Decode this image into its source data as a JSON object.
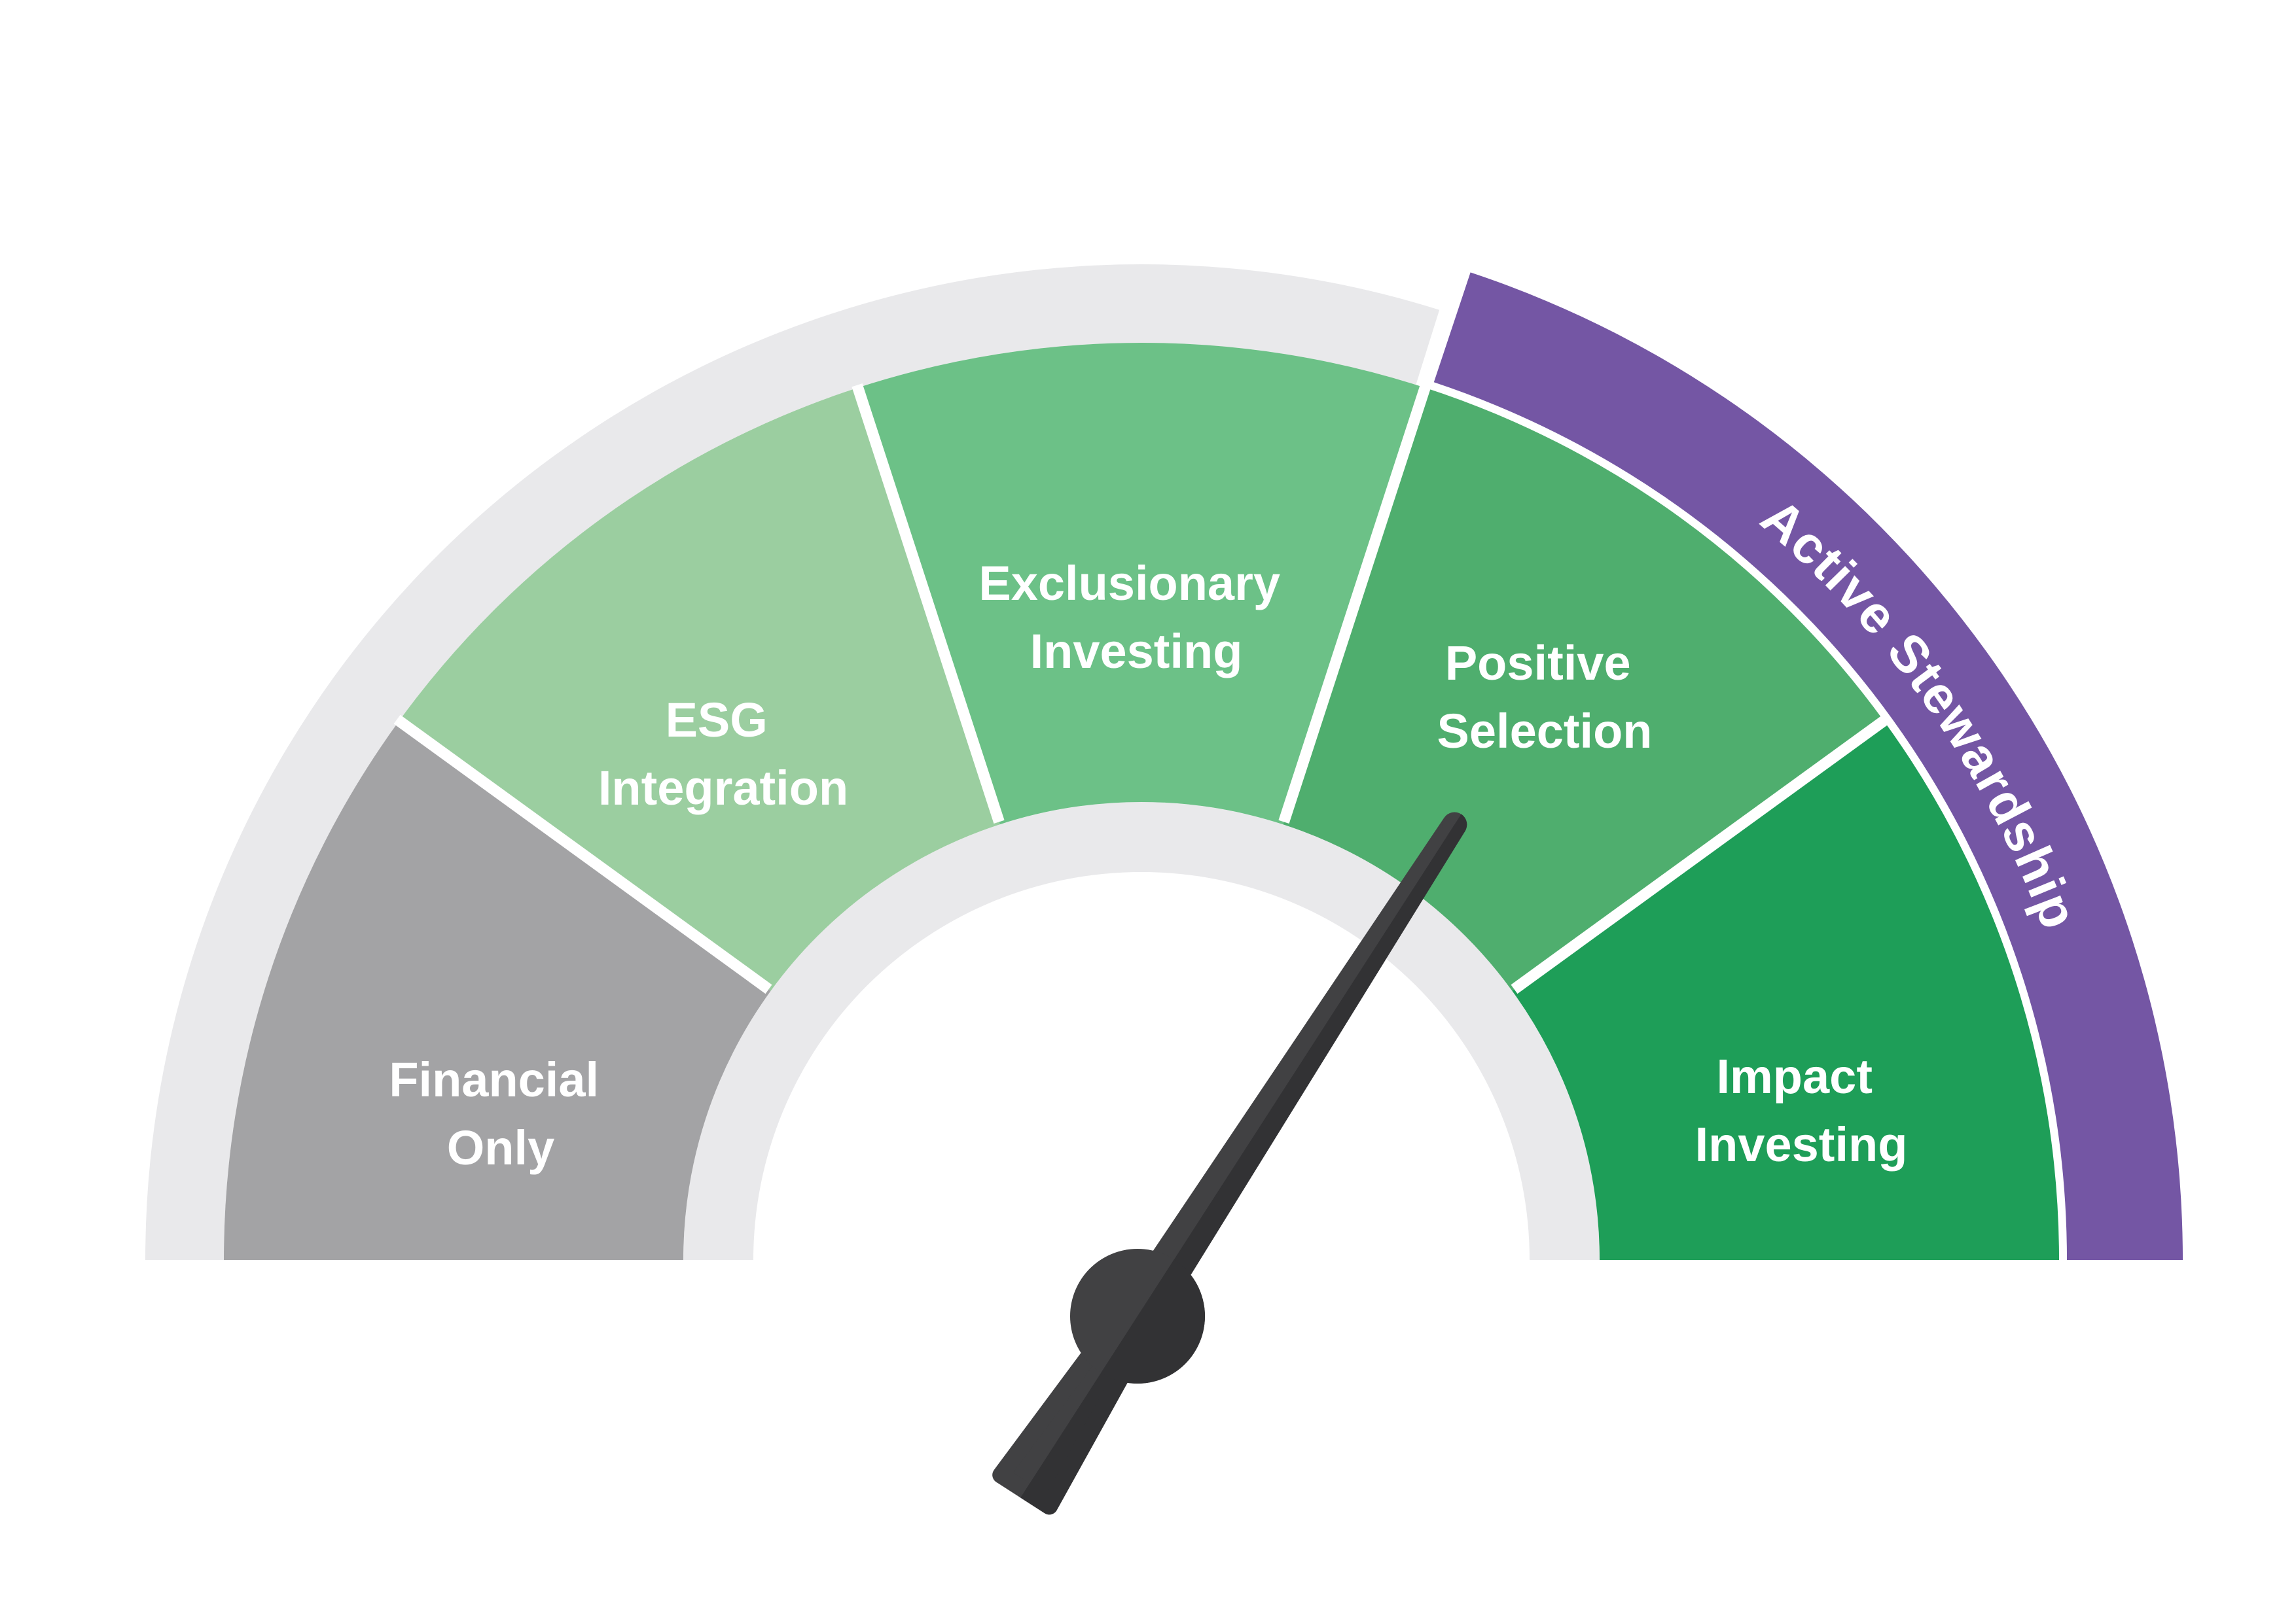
{
  "gauge": {
    "kind": "semicircular-spectrum-gauge",
    "segments": [
      {
        "id": "financial-only",
        "label_line1": "Financial",
        "label_line2": "Only",
        "color": "#a3a3a5"
      },
      {
        "id": "esg-integration",
        "label_line1": "ESG",
        "label_line2": "Integration",
        "color": "#9bcea0"
      },
      {
        "id": "exclusionary-investing",
        "label_line1": "Exclusionary",
        "label_line2": "Investing",
        "color": "#6cc187"
      },
      {
        "id": "positive-selection",
        "label_line1": "Positive",
        "label_line2": "Selection",
        "color": "#4fae6e"
      },
      {
        "id": "impact-investing",
        "label_line1": "Impact",
        "label_line2": "Investing",
        "color": "#1e9e58"
      }
    ],
    "outer_band": {
      "label": "Active Stewardship",
      "color": "#7456a4",
      "covers_segments": [
        "Positive Selection",
        "Impact Investing"
      ]
    },
    "ring_color": "#e9e9eb",
    "label_color": "#ffffff",
    "needle": {
      "color_light": "#414143",
      "color_dark": "#323234",
      "points_to_segment": "Positive Selection"
    }
  }
}
